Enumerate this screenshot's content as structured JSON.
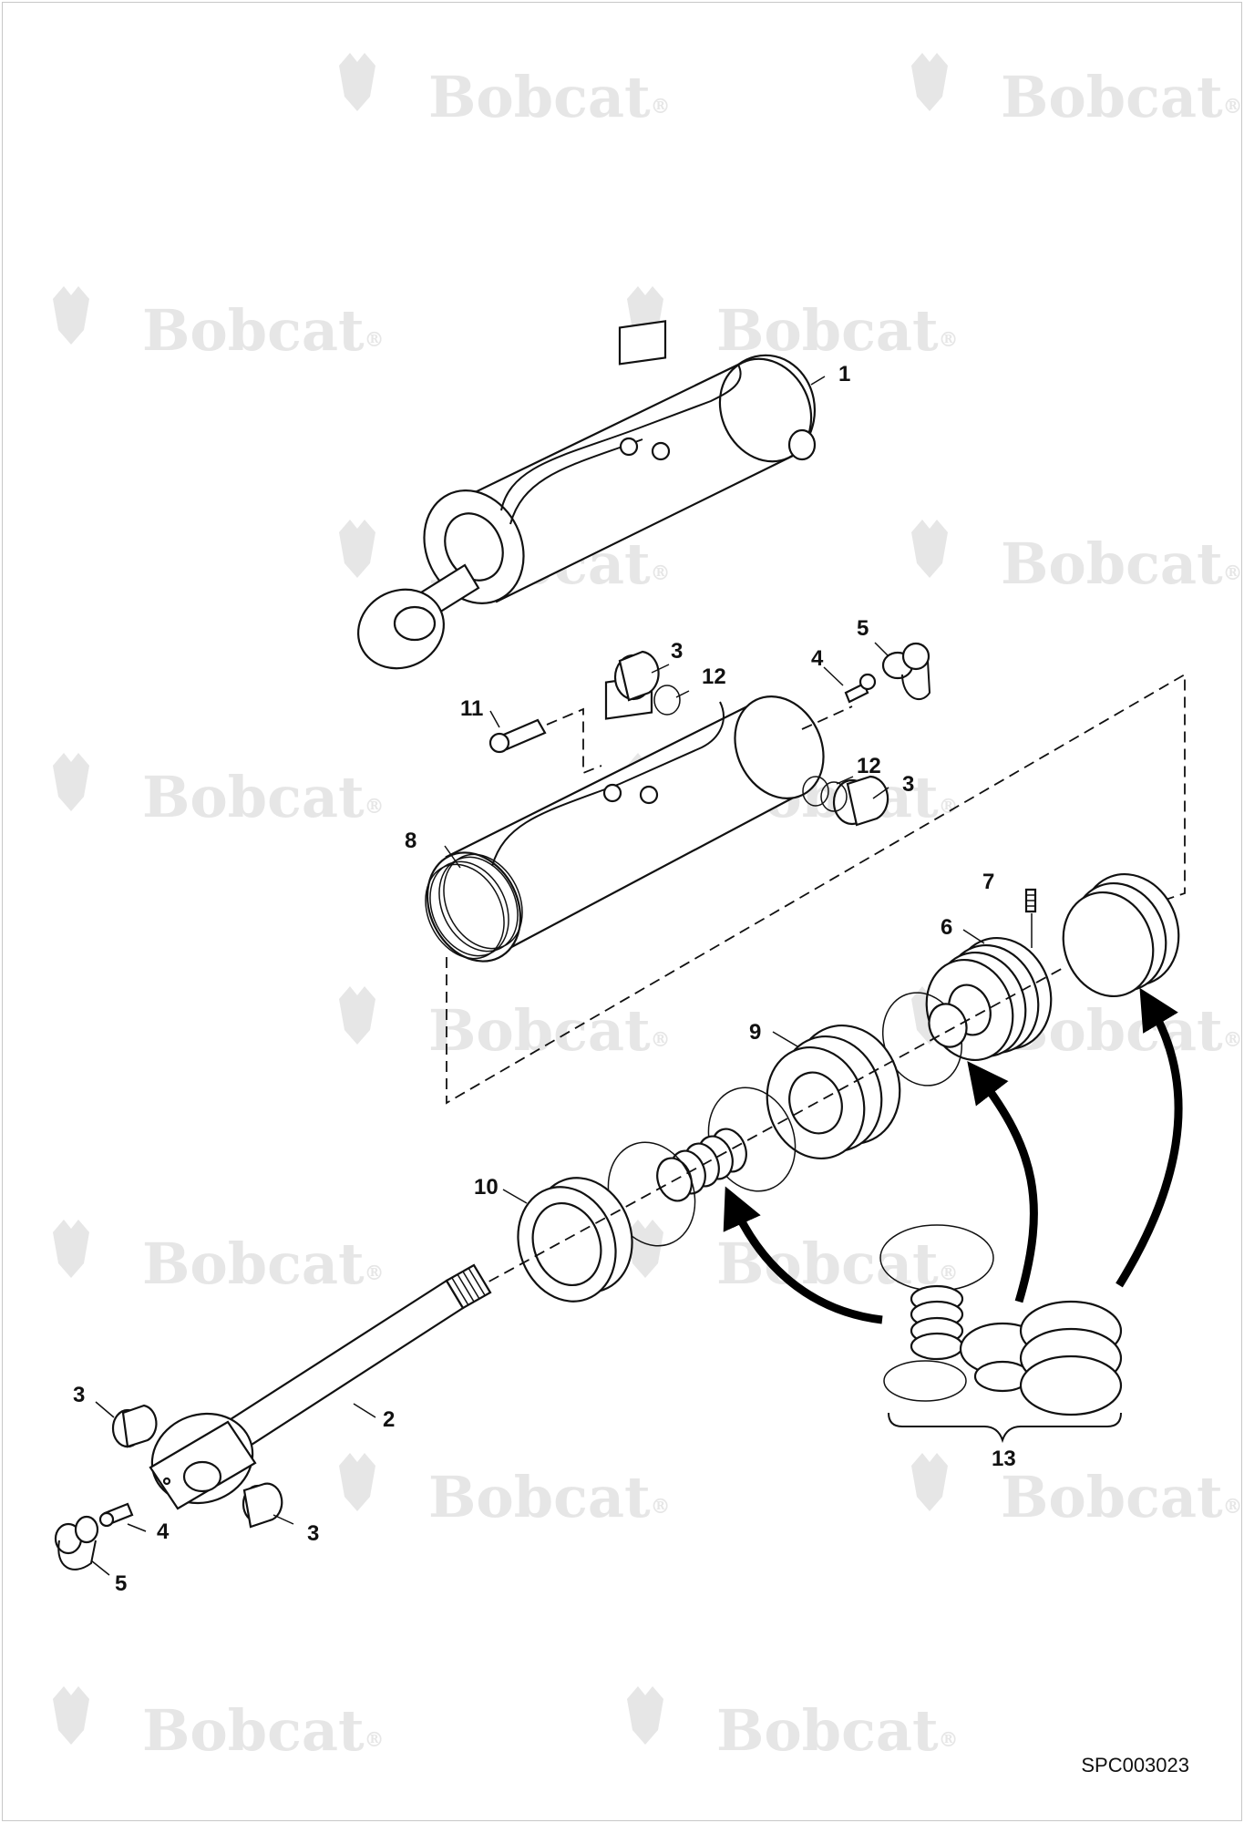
{
  "watermark": {
    "brand": "Bobcat",
    "mark": "®"
  },
  "callouts": {
    "c1": "1",
    "c2": "2",
    "c3a": "3",
    "c3b": "3",
    "c3c": "3",
    "c3d": "3",
    "c4a": "4",
    "c4b": "4",
    "c5a": "5",
    "c5b": "5",
    "c6": "6",
    "c7": "7",
    "c8": "8",
    "c9": "9",
    "c10": "10",
    "c11": "11",
    "c12a": "12",
    "c12b": "12",
    "c13": "13"
  },
  "drawing_id": "SPC003023",
  "colors": {
    "ink": "#111111",
    "watermark": "#e6e6e6",
    "background": "#ffffff"
  }
}
